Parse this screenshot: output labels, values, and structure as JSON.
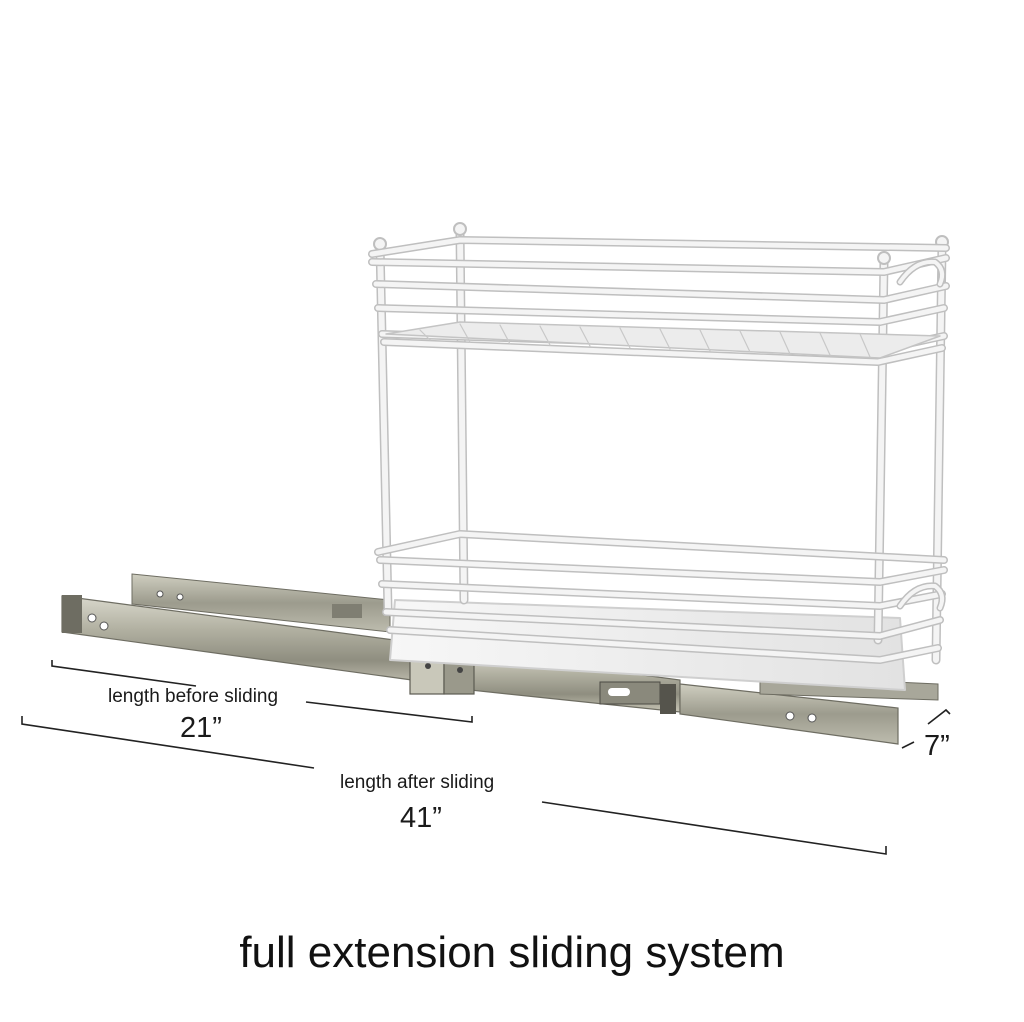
{
  "labels": {
    "before_label": "length before sliding",
    "before_value": "21”",
    "after_label": "length after sliding",
    "after_value": "41”",
    "depth_value": "7”"
  },
  "caption": "full extension sliding system",
  "colors": {
    "background": "#ffffff",
    "wire": "#f4f4f4",
    "wire_outline": "#bfbfbf",
    "rail_metal": "#a8a79a",
    "rail_dark": "#6e6d62",
    "dimension_line": "#222222"
  }
}
